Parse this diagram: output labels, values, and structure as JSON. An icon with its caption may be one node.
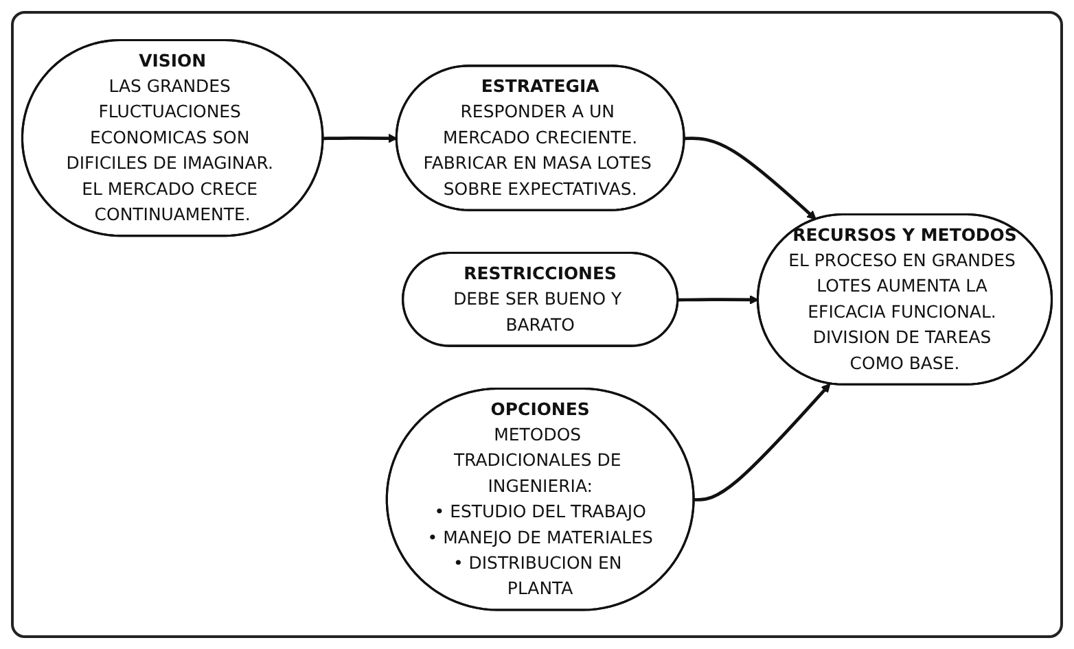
{
  "diagram": {
    "nodes": [
      {
        "text": [
          "VISION",
          "LAS GRANDES FLUCTUACIONES ECONOMICAS SON DIFICILES DE IMAGINAR. EL MERCADO CRECE CONTINUAMENTE."
        ]
      },
      {
        "text": [
          "ESTRATEGIA",
          "RESPONDER A UN MERCADO CRECIENTE.",
          "FABRICAR EN MASA LOTES SOBRE EXPECTATIVAS."
        ]
      },
      {
        "text": [
          "RECURSOS Y METODOS",
          "EL PROCESO EN GRANDES LOTES AUMENTA LA EFICACIA FUNCIONAL. DIVISION DE TAREAS COMO BASE."
        ]
      },
      {
        "text": [
          "RESTRICCIONES",
          "DEBE SER BUENO Y BARATO"
        ]
      },
      {
        "text": [
          "OPCIONES",
          "METODOS TRADICIONALES DE INGENIERIA:",
          "• ESTUDIO DEL TRABAJO",
          "• MANEJO DE MATERIALES",
          "• DISTRIBUCION EN PLANTA"
        ]
      }
    ],
    "edges": [
      {
        "from": 0,
        "to": 1,
        "arrow": "to"
      },
      {
        "from": 1,
        "to": 2,
        "arrow": "to"
      },
      {
        "from": 3,
        "to": 2,
        "arrow": "to"
      },
      {
        "from": 4,
        "to": 2,
        "arrow": "to"
      }
    ]
  }
}
